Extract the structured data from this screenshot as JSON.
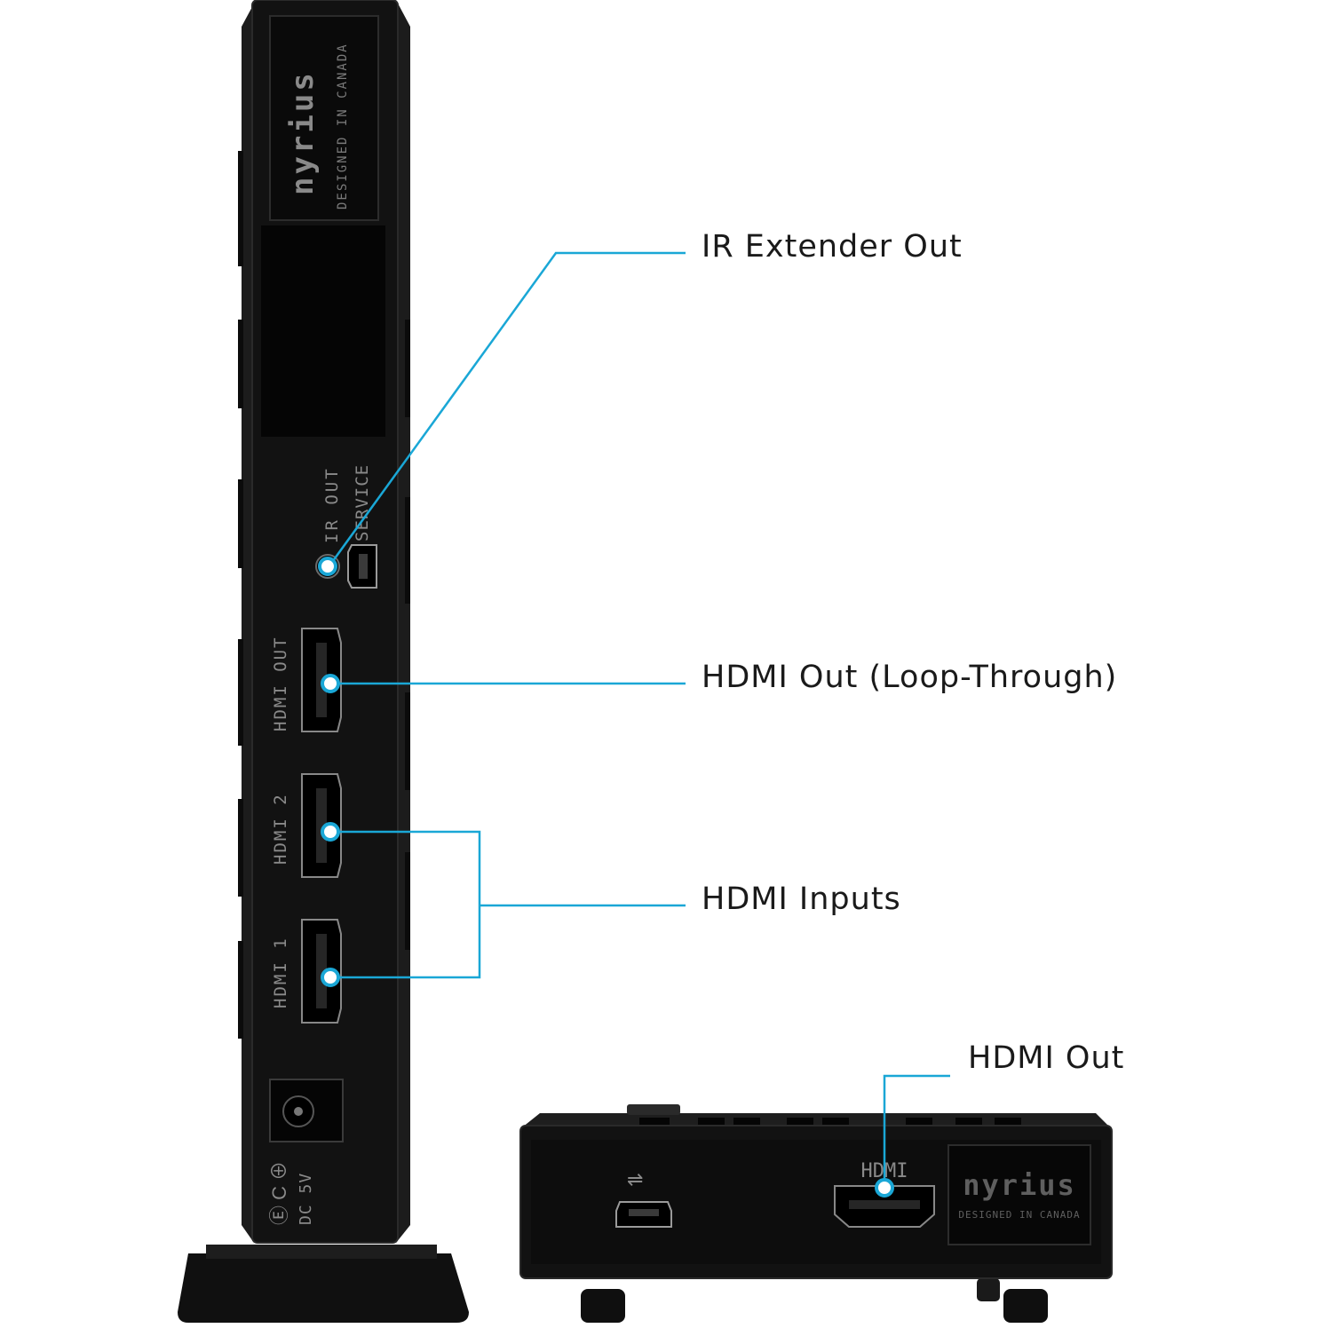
{
  "colors": {
    "accent": "#1aa7d6",
    "device_body": "#121212",
    "device_edge": "#2a2a2a",
    "label_print": "#8a8a8a"
  },
  "tower": {
    "logo_text": "nyrius",
    "designed_text": "DESIGNED IN CANADA",
    "ir_out_label": "IR OUT",
    "service_label": "SERVICE",
    "hdmi_out_label": "HDMI OUT",
    "hdmi2_label": "HDMI 2",
    "hdmi1_label": "HDMI 1",
    "power_label": "DC 5V"
  },
  "receiver": {
    "hdmi_label": "HDMI",
    "logo_text": "nyrius",
    "designed_text": "DESIGNED IN CANADA"
  },
  "callouts": {
    "ir_extender_out": "IR Extender Out",
    "hdmi_out_loop": "HDMI Out (Loop-Through)",
    "hdmi_inputs": "HDMI Inputs",
    "hdmi_out": "HDMI Out"
  }
}
